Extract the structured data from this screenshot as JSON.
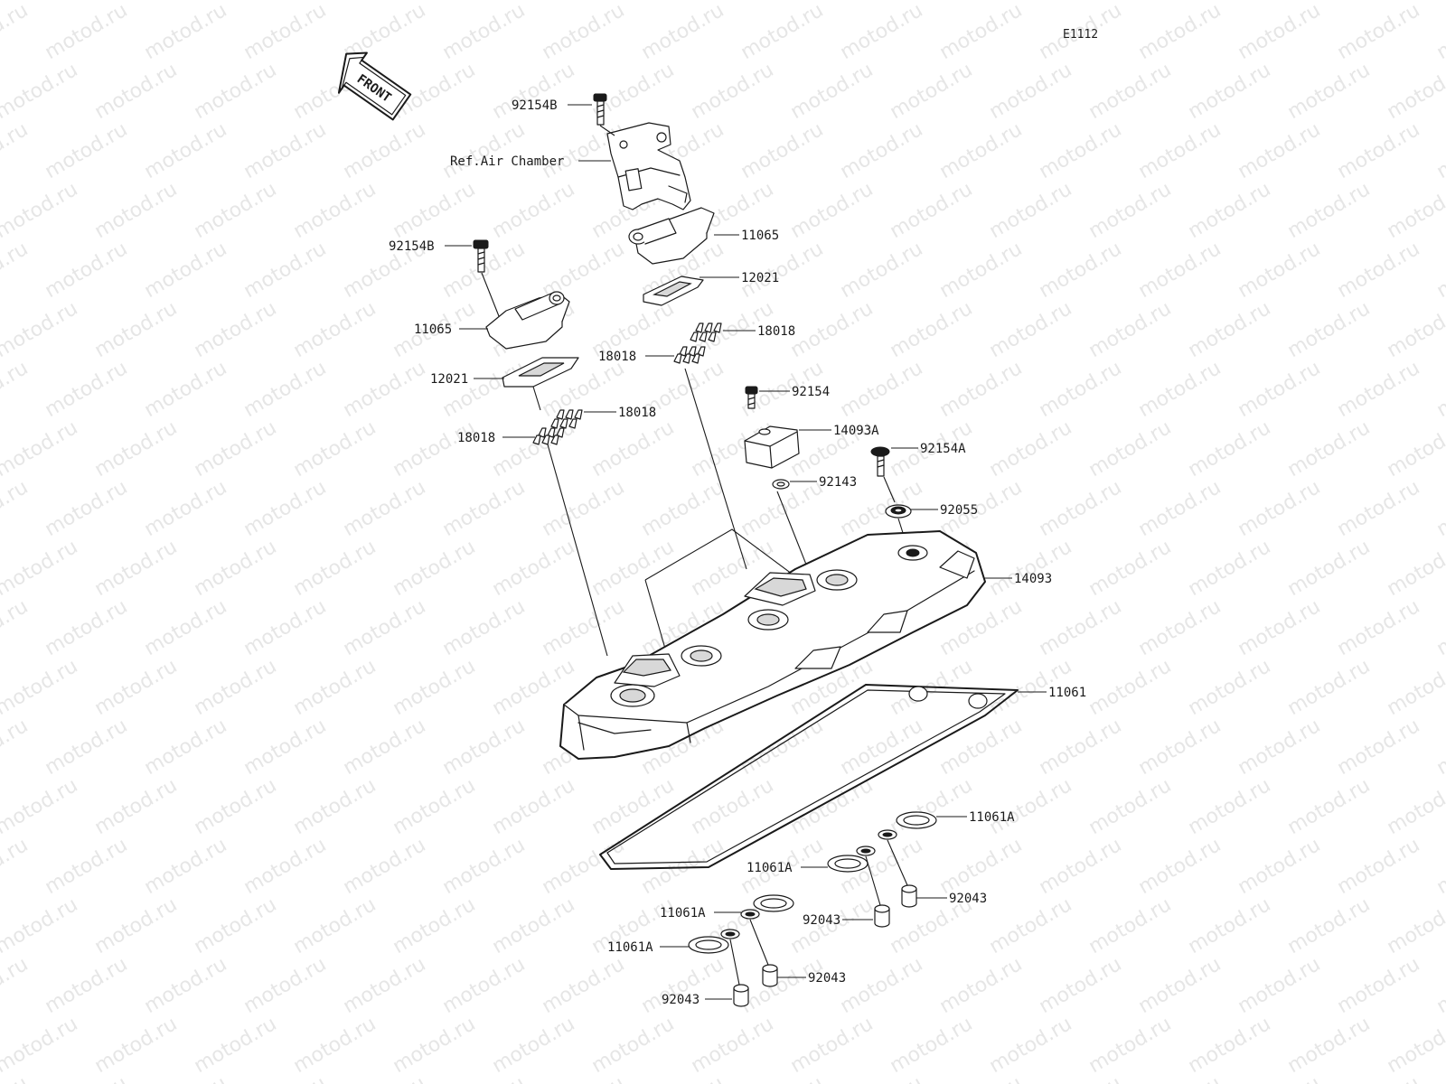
{
  "diagram_code": "E1112",
  "front_arrow": "FRONT",
  "watermark_text": "motod.ru",
  "colors": {
    "line": "#1a1a1a",
    "shade": "#d8d8d8",
    "watermark": "#e6e6e6",
    "background": "#ffffff"
  },
  "labels": {
    "bolt_top": "92154B",
    "ref_air_chamber": "Ref.Air Chamber",
    "cover_right": "11065",
    "gasket_right": "12021",
    "clip_right_upper": "18018",
    "clip_right_lower": "18018",
    "bolt_left": "92154B",
    "cover_left": "11065",
    "gasket_left": "12021",
    "clip_left_upper": "18018",
    "clip_left_lower": "18018",
    "bolt_mid": "92154",
    "bracket": "14093A",
    "bolt_a": "92154A",
    "washer": "92143",
    "grommet": "92055",
    "head_cover": "14093",
    "head_gasket": "11061",
    "plug_gasket_1": "11061A",
    "plug_gasket_2": "11061A",
    "plug_gasket_3": "11061A",
    "plug_gasket_4": "11061A",
    "dowel_1": "92043",
    "dowel_2": "92043",
    "dowel_3": "92043",
    "dowel_4": "92043"
  }
}
